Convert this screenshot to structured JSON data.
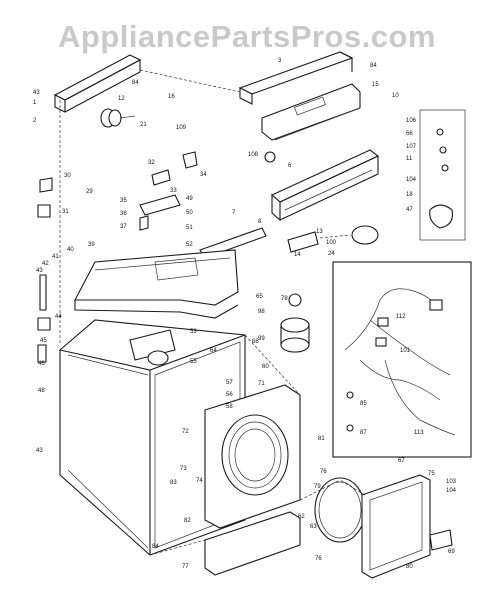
{
  "watermark": "AppliancePartsPros.com",
  "callouts": [
    {
      "id": "c1",
      "text": "43"
    },
    {
      "id": "c2",
      "text": "1"
    },
    {
      "id": "c3",
      "text": "2"
    },
    {
      "id": "c4",
      "text": "3"
    },
    {
      "id": "c5",
      "text": "84"
    },
    {
      "id": "c6",
      "text": "15"
    },
    {
      "id": "c7",
      "text": "10"
    },
    {
      "id": "c8",
      "text": "12"
    },
    {
      "id": "c9",
      "text": "84"
    },
    {
      "id": "c10",
      "text": "16"
    },
    {
      "id": "c11",
      "text": "21"
    },
    {
      "id": "c12",
      "text": "109"
    },
    {
      "id": "c13",
      "text": "34"
    },
    {
      "id": "c14",
      "text": "108"
    },
    {
      "id": "c15",
      "text": "6"
    },
    {
      "id": "c16",
      "text": "32"
    },
    {
      "id": "c17",
      "text": "33"
    },
    {
      "id": "c18",
      "text": "30"
    },
    {
      "id": "c19",
      "text": "29"
    },
    {
      "id": "c20",
      "text": "31"
    },
    {
      "id": "c21",
      "text": "35"
    },
    {
      "id": "c22",
      "text": "36"
    },
    {
      "id": "c23",
      "text": "37"
    },
    {
      "id": "c24",
      "text": "49"
    },
    {
      "id": "c25",
      "text": "50"
    },
    {
      "id": "c26",
      "text": "51"
    },
    {
      "id": "c27",
      "text": "7"
    },
    {
      "id": "c28",
      "text": "8"
    },
    {
      "id": "c29",
      "text": "13"
    },
    {
      "id": "c30",
      "text": "14"
    },
    {
      "id": "c31",
      "text": "100"
    },
    {
      "id": "c32",
      "text": "24"
    },
    {
      "id": "c33",
      "text": "106"
    },
    {
      "id": "c34",
      "text": "66"
    },
    {
      "id": "c35",
      "text": "107"
    },
    {
      "id": "c36",
      "text": "11"
    },
    {
      "id": "c37",
      "text": "104"
    },
    {
      "id": "c38",
      "text": "18"
    },
    {
      "id": "c39",
      "text": "47"
    },
    {
      "id": "c40",
      "text": "39"
    },
    {
      "id": "c41",
      "text": "40"
    },
    {
      "id": "c42",
      "text": "41"
    },
    {
      "id": "c43",
      "text": "42"
    },
    {
      "id": "c44",
      "text": "43"
    },
    {
      "id": "c45",
      "text": "44"
    },
    {
      "id": "c46",
      "text": "52"
    },
    {
      "id": "c47",
      "text": "45"
    },
    {
      "id": "c48",
      "text": "46"
    },
    {
      "id": "c49",
      "text": "78"
    },
    {
      "id": "c50",
      "text": "98"
    },
    {
      "id": "c51",
      "text": "99"
    },
    {
      "id": "c52",
      "text": "53"
    },
    {
      "id": "c53",
      "text": "55"
    },
    {
      "id": "c54",
      "text": "68"
    },
    {
      "id": "c55",
      "text": "65"
    },
    {
      "id": "c56",
      "text": "64"
    },
    {
      "id": "c57",
      "text": "60"
    },
    {
      "id": "c58",
      "text": "112"
    },
    {
      "id": "c59",
      "text": "101"
    },
    {
      "id": "c60",
      "text": "48"
    },
    {
      "id": "c61",
      "text": "57"
    },
    {
      "id": "c62",
      "text": "56"
    },
    {
      "id": "c63",
      "text": "58"
    },
    {
      "id": "c64",
      "text": "71"
    },
    {
      "id": "c65",
      "text": "72"
    },
    {
      "id": "c66",
      "text": "73"
    },
    {
      "id": "c67",
      "text": "74"
    },
    {
      "id": "c68",
      "text": "85"
    },
    {
      "id": "c69",
      "text": "87"
    },
    {
      "id": "c70",
      "text": "113"
    },
    {
      "id": "c71",
      "text": "43"
    },
    {
      "id": "c72",
      "text": "83"
    },
    {
      "id": "c73",
      "text": "82"
    },
    {
      "id": "c74",
      "text": "81"
    },
    {
      "id": "c75",
      "text": "79"
    },
    {
      "id": "c76",
      "text": "76"
    },
    {
      "id": "c77",
      "text": "67"
    },
    {
      "id": "c78",
      "text": "75"
    },
    {
      "id": "c79",
      "text": "103"
    },
    {
      "id": "c80",
      "text": "104"
    },
    {
      "id": "c81",
      "text": "62"
    },
    {
      "id": "c82",
      "text": "63"
    },
    {
      "id": "c83",
      "text": "84"
    },
    {
      "id": "c84",
      "text": "77"
    },
    {
      "id": "c85",
      "text": "80"
    },
    {
      "id": "c86",
      "text": "76"
    },
    {
      "id": "c87",
      "text": "69"
    }
  ]
}
